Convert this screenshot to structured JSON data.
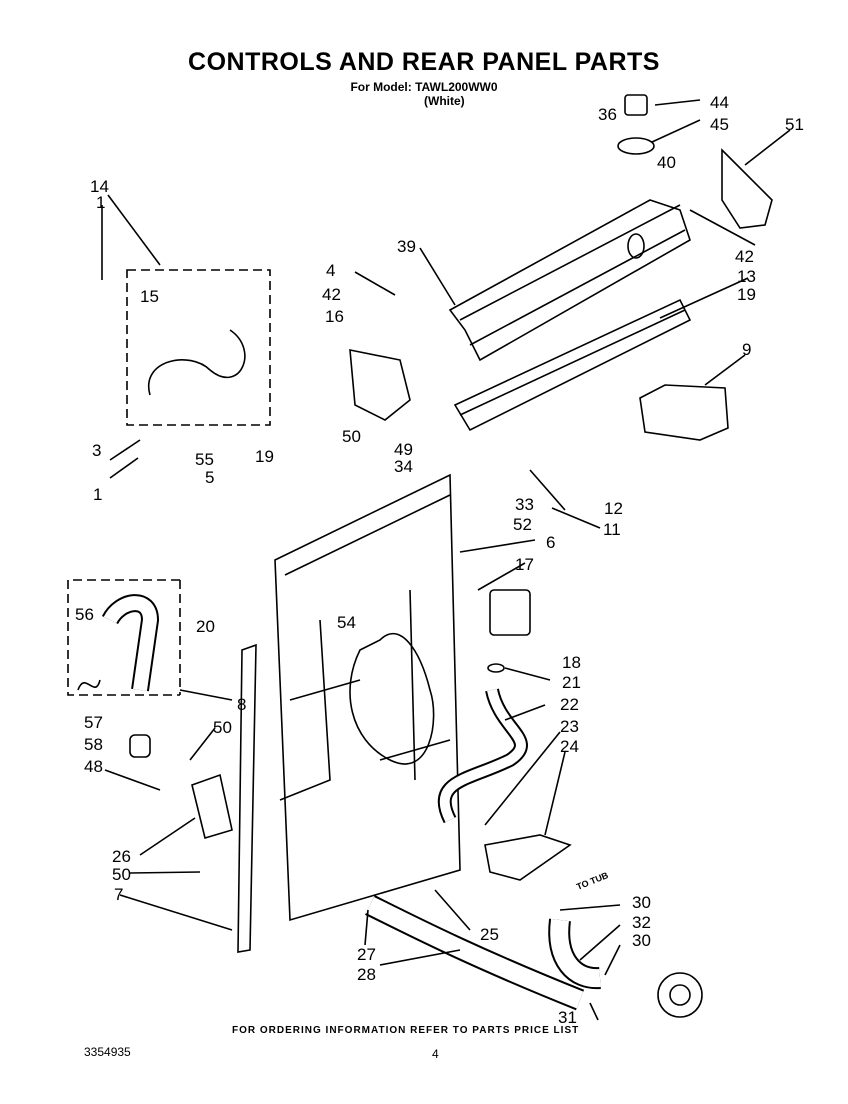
{
  "header": {
    "title": "CONTROLS AND REAR PANEL PARTS",
    "model_line": "For Model: TAWL200WW0",
    "color_line": "(White)"
  },
  "footer": {
    "ordering_note": "FOR ORDERING INFORMATION REFER TO PARTS PRICE LIST",
    "doc_number": "3354935",
    "page_number": "4"
  },
  "annotations": {
    "to_tub": "TO TUB"
  },
  "callouts": [
    "44",
    "36",
    "45",
    "51",
    "40",
    "14",
    "1",
    "42",
    "39",
    "13",
    "4",
    "19",
    "42",
    "15",
    "16",
    "9",
    "50",
    "49",
    "55",
    "34",
    "12",
    "19",
    "5",
    "33",
    "3",
    "1",
    "52",
    "11",
    "6",
    "17",
    "20",
    "56",
    "54",
    "18",
    "21",
    "8",
    "22",
    "57",
    "50",
    "23",
    "58",
    "24",
    "48",
    "26",
    "50",
    "7",
    "30",
    "25",
    "32",
    "27",
    "30",
    "28",
    "31"
  ]
}
